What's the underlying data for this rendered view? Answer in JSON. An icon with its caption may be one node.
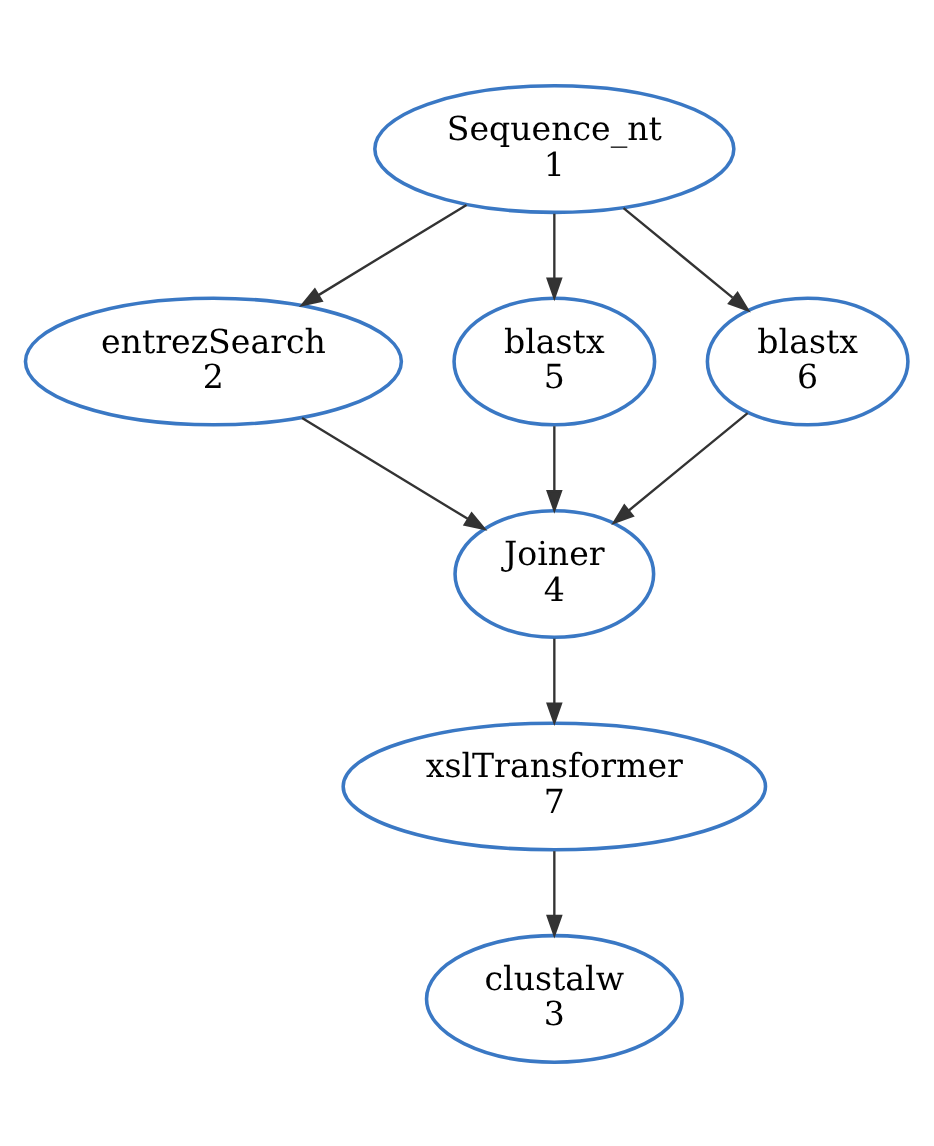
{
  "diagram": {
    "nodes": [
      {
        "text": [
          "Sequence_nt",
          "1"
        ]
      },
      {
        "text": [
          "entrezSearch",
          "2"
        ]
      },
      {
        "text": [
          "blastx",
          "5"
        ]
      },
      {
        "text": [
          "blastx",
          "6"
        ]
      },
      {
        "text": [
          "Joiner",
          "4"
        ]
      },
      {
        "text": [
          "xslTransformer",
          "7"
        ]
      },
      {
        "text": [
          "clustalw",
          "3"
        ]
      }
    ],
    "edges": [
      {
        "from": 0,
        "to": 1,
        "arrow": "to"
      },
      {
        "from": 0,
        "to": 2,
        "arrow": "to"
      },
      {
        "from": 0,
        "to": 3,
        "arrow": "to"
      },
      {
        "from": 1,
        "to": 4,
        "arrow": "to"
      },
      {
        "from": 2,
        "to": 4,
        "arrow": "to"
      },
      {
        "from": 3,
        "to": 4,
        "arrow": "to"
      },
      {
        "from": 4,
        "to": 5,
        "arrow": "to"
      },
      {
        "from": 5,
        "to": 6,
        "arrow": "to"
      }
    ]
  }
}
